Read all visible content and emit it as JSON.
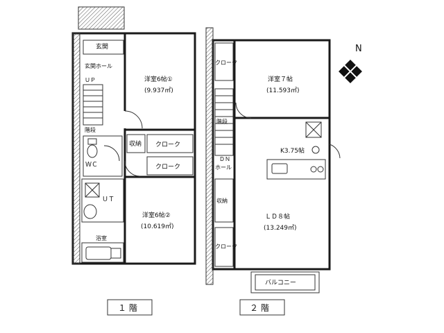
{
  "floor1": {
    "entrance": "玄関",
    "hall": "玄関ホール",
    "up": "ＵＰ",
    "storage_stairs": "階段",
    "wc": "ＷＣ",
    "ut": "ＵＴ",
    "bath": "浴室",
    "room1_name": "洋室6帖①",
    "room1_area": "(9.937㎡)",
    "room2_name": "洋室6帖②",
    "room2_area": "(10.619㎡)",
    "closet_shuno": "収納",
    "cloak1": "クローク",
    "cloak2": "クローク",
    "floor_label": "１ 階"
  },
  "floor2": {
    "cloak_top": "クローク",
    "room_name": "洋室７帖",
    "room_area": "(11.593㎡)",
    "stairs": "階段",
    "dn": "ＤＮ",
    "hall": "ホール",
    "kitchen": "K3.75帖",
    "closet_shuno": "収納",
    "cloak_bottom": "クローク",
    "ld_name": "ＬＤ８帖",
    "ld_area": "(13.249㎡)",
    "balcony": "バルコニー",
    "floor_label": "２ 階"
  },
  "compass": {
    "north": "N"
  }
}
